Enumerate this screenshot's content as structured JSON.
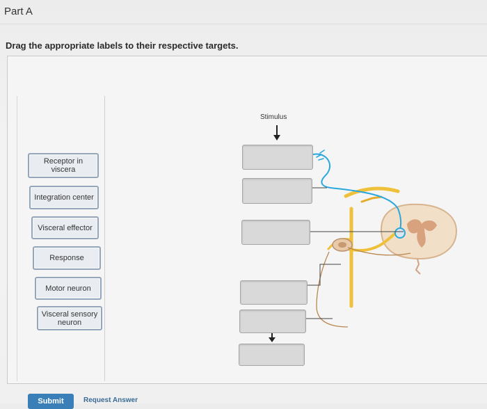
{
  "part_title": "Part A",
  "instruction": "Drag the appropriate labels to their respective targets.",
  "labels": [
    "Receptor in viscera",
    "Integration center",
    "Visceral effector",
    "Response",
    "Motor neuron",
    "Visceral sensory neuron"
  ],
  "diagram": {
    "stimulus_label": "Stimulus"
  },
  "footer": {
    "submit_label": "Submit",
    "request_label": "Request Answer"
  },
  "colors": {
    "button_blue": "#3a7fb8",
    "sensory_neuron": "#2aa7dd",
    "motor_neuron": "#f0c033"
  }
}
